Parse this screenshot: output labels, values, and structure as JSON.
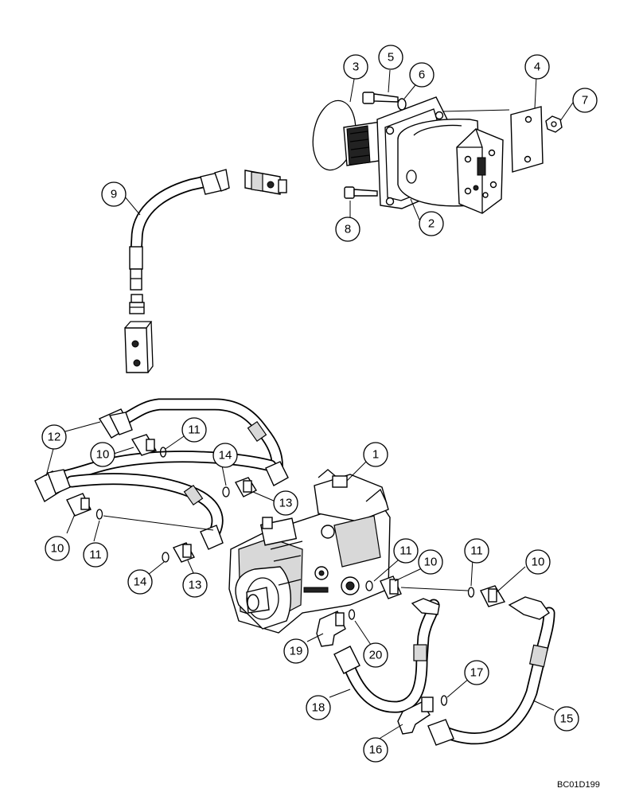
{
  "callouts": {
    "c1": "1",
    "c2": "2",
    "c3": "3",
    "c4": "4",
    "c5": "5",
    "c6": "6",
    "c7": "7",
    "c8": "8",
    "c9": "9",
    "c10a": "10",
    "c10b": "10",
    "c10c": "10",
    "c10d": "10",
    "c11a": "11",
    "c11b": "11",
    "c11c": "11",
    "c11d": "11",
    "c12": "12",
    "c13a": "13",
    "c13b": "13",
    "c14a": "14",
    "c14b": "14",
    "c15": "15",
    "c16": "16",
    "c17": "17",
    "c18": "18",
    "c19": "19",
    "c20": "20"
  },
  "reference_code": "BC01D199"
}
